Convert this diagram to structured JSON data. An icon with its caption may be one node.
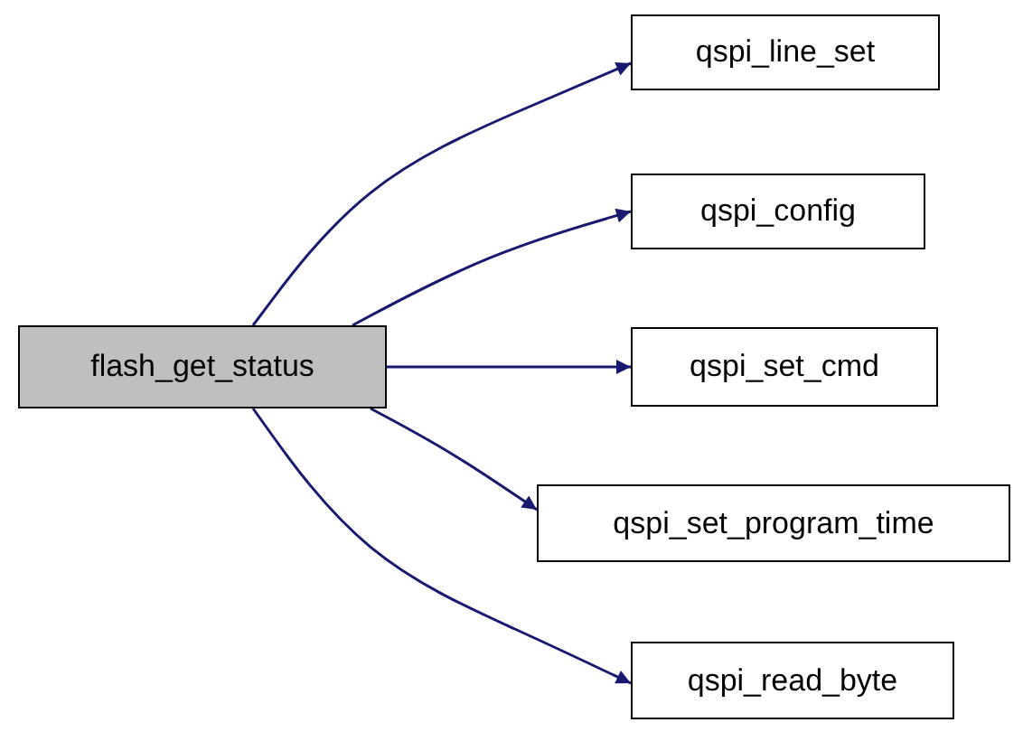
{
  "diagram": {
    "nodes": [
      {
        "text": [
          "flash_get_status"
        ]
      },
      {
        "text": [
          "qspi_line_set"
        ]
      },
      {
        "text": [
          "qspi_config"
        ]
      },
      {
        "text": [
          "qspi_set_cmd"
        ]
      },
      {
        "text": [
          "qspi_set_program_time"
        ]
      },
      {
        "text": [
          "qspi_read_byte"
        ]
      }
    ],
    "edges": [
      {
        "from": 0,
        "to": 1,
        "arrow": "to"
      },
      {
        "from": 0,
        "to": 2,
        "arrow": "to"
      },
      {
        "from": 0,
        "to": 3,
        "arrow": "to"
      },
      {
        "from": 0,
        "to": 4,
        "arrow": "to"
      },
      {
        "from": 0,
        "to": 5,
        "arrow": "to"
      }
    ]
  }
}
